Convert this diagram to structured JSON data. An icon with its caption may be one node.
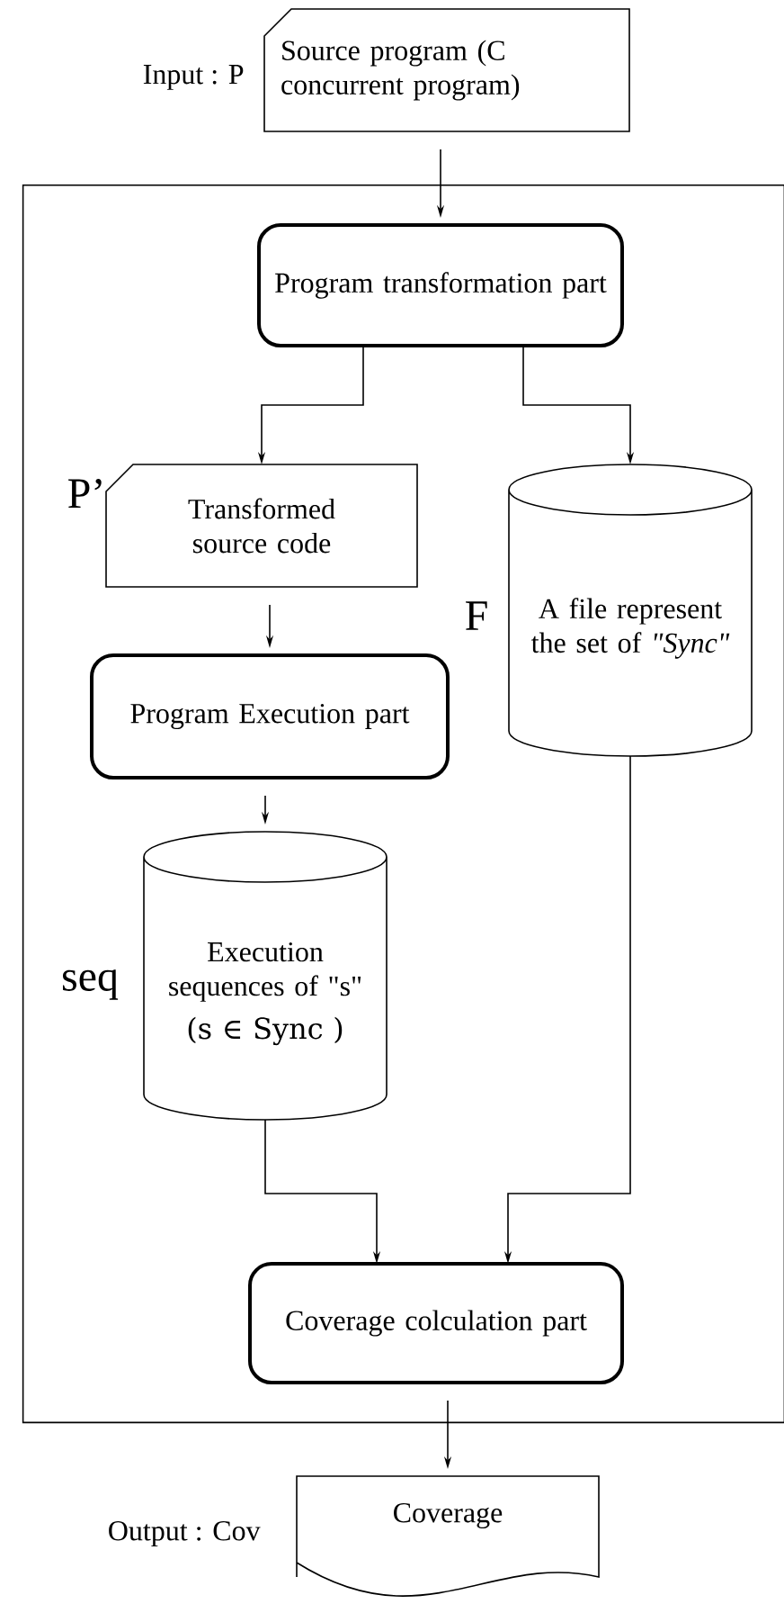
{
  "diagram": {
    "nodes": [
      {
        "text": [
          "Source program (C concurrent program)"
        ],
        "beside": [
          "Input : P"
        ]
      },
      {
        "text": [],
        "shape": "box"
      },
      {
        "text": [
          "Program transformation part"
        ],
        "in": 1
      },
      {
        "text": [
          "Transformed source code"
        ],
        "beside": [
          "P’"
        ],
        "in": 1
      },
      {
        "text": [
          "A file represent the set of *\"Sync\"*"
        ],
        "beside": [
          "F"
        ],
        "in": 1
      },
      {
        "text": [
          "Program Execution part"
        ],
        "in": 1
      },
      {
        "text": [
          "Execution sequences of \"s\"",
          "(s ∈ Sync )"
        ],
        "beside": [
          "seq"
        ],
        "in": 1
      },
      {
        "text": [
          "Coverage colculation part"
        ],
        "in": 1
      },
      {
        "text": [
          "Coverage"
        ],
        "beside": [
          "Output : Cov"
        ]
      }
    ],
    "edges": [
      {
        "from": 0,
        "to": 2,
        "arrow": "to"
      },
      {
        "from": 2,
        "to": 3,
        "arrow": "to"
      },
      {
        "from": 2,
        "to": 4,
        "arrow": "to"
      },
      {
        "from": 3,
        "to": 5,
        "arrow": "to"
      },
      {
        "from": 5,
        "to": 6,
        "arrow": "to"
      },
      {
        "from": 6,
        "to": 7,
        "arrow": "to"
      },
      {
        "from": 4,
        "to": 7,
        "arrow": "to"
      },
      {
        "from": 7,
        "to": 8,
        "arrow": "to"
      }
    ]
  }
}
